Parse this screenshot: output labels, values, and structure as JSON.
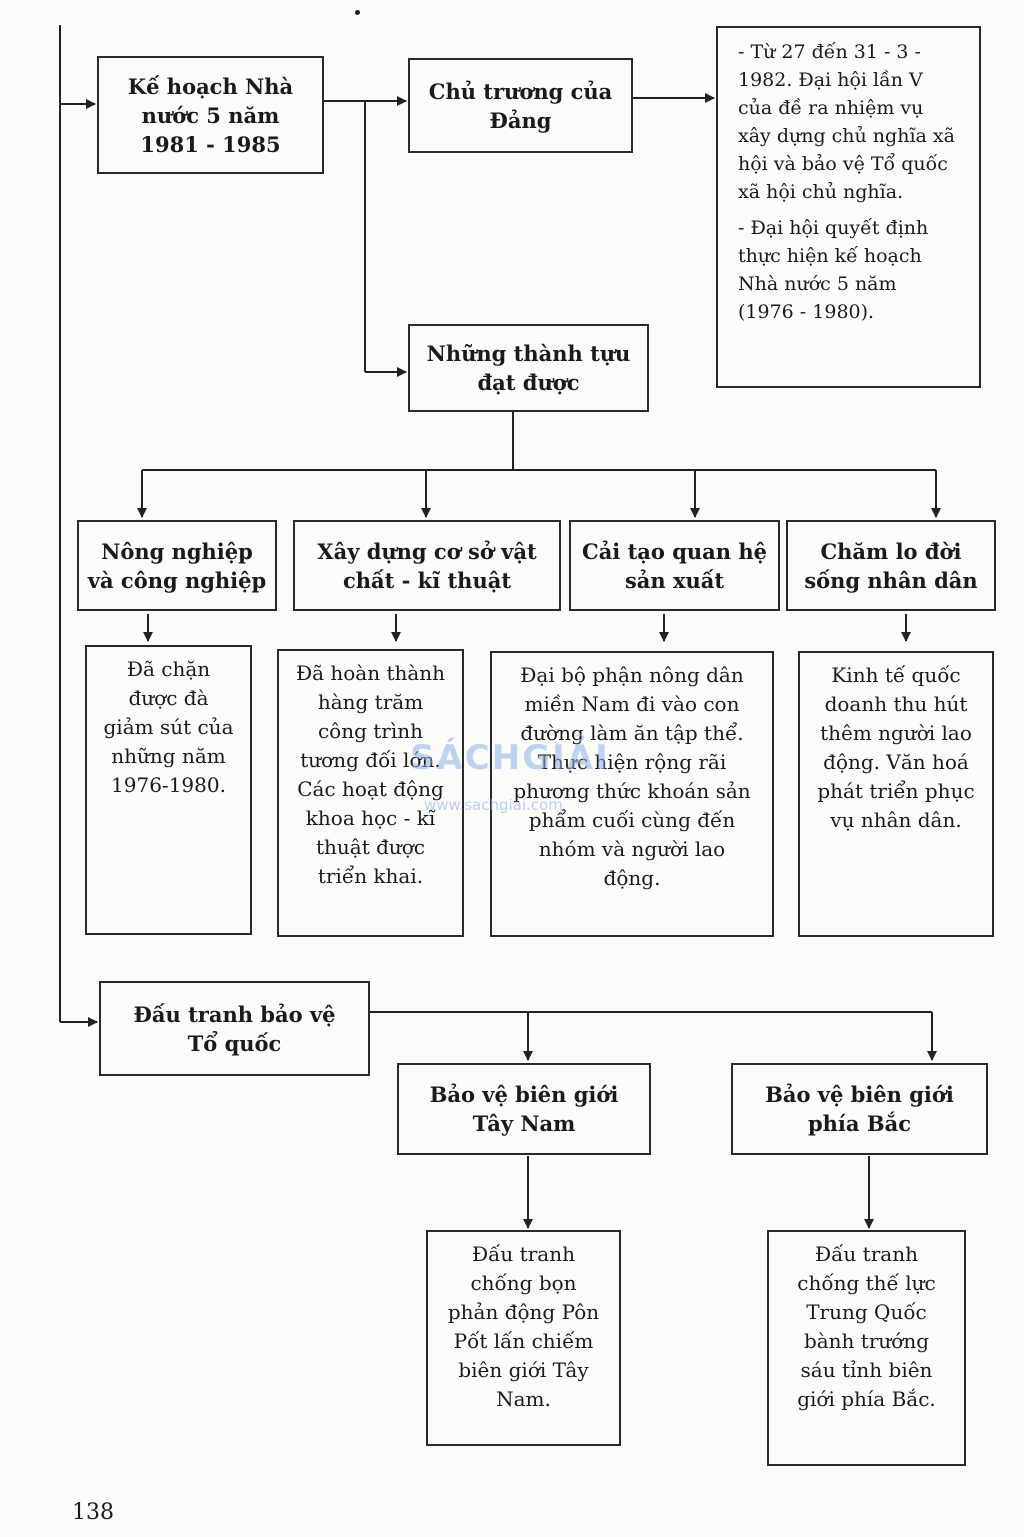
{
  "plan": {
    "title": "Kế hoạch Nhà\nnước 5 năm\n1981 - 1985"
  },
  "party_policy": {
    "title": "Chủ trương của\nĐảng",
    "notes": [
      "- Từ 27 đến 31 - 3 -\n1982. Đại hội lần V\ncủa đề ra nhiệm vụ\nxây dựng chủ nghĩa xã\nhội và bảo vệ Tổ quốc\nxã hội chủ nghĩa.",
      "- Đại hội quyết định\nthực hiện kế hoạch\nNhà nước 5 năm\n(1976 - 1980)."
    ]
  },
  "achievements": {
    "title": "Những thành tựu\nđạt được",
    "items": [
      {
        "title": "Nông nghiệp\nvà công nghiệp",
        "detail": "Đã chặn\nđược đà\ngiảm sút của\nnhững năm\n1976-1980."
      },
      {
        "title": "Xây dựng cơ sở vật\nchất - kĩ thuật",
        "detail": "Đã hoàn thành\nhàng trăm\ncông trình\ntương đối lớn.\nCác hoạt động\nkhoa học - kĩ\nthuật được\ntriển khai."
      },
      {
        "title": "Cải tạo quan hệ\nsản xuất",
        "detail": "Đại bộ phận nông dân\nmiền Nam đi vào con\nđường làm ăn tập thể.\nThực hiện rộng rãi\nphương thức khoán sản\nphẩm cuối cùng đến\nnhóm và người lao\nđộng."
      },
      {
        "title": "Chăm lo đời\nsống nhân dân",
        "detail": "Kinh tế quốc\ndoanh thu hút\nthêm người lao\nđộng. Văn hoá\nphát triển phục\nvụ nhân dân."
      }
    ]
  },
  "defense": {
    "title": "Đấu tranh bảo vệ\nTổ quốc",
    "southwest": {
      "title": "Bảo vệ biên giới\nTây Nam",
      "detail": "Đấu tranh\nchống bọn\nphản động Pôn\nPốt lấn chiếm\nbiên giới Tây\nNam."
    },
    "north": {
      "title": "Bảo vệ biên giới\nphía Bắc",
      "detail": "Đấu tranh\nchống thế lực\nTrung Quốc\nbành trướng\nsáu tỉnh biên\ngiới phía Bắc."
    }
  },
  "watermark": {
    "brand": "SÁCHGIẢI",
    "url": "www.sachgiai.com"
  },
  "page_number": "138"
}
